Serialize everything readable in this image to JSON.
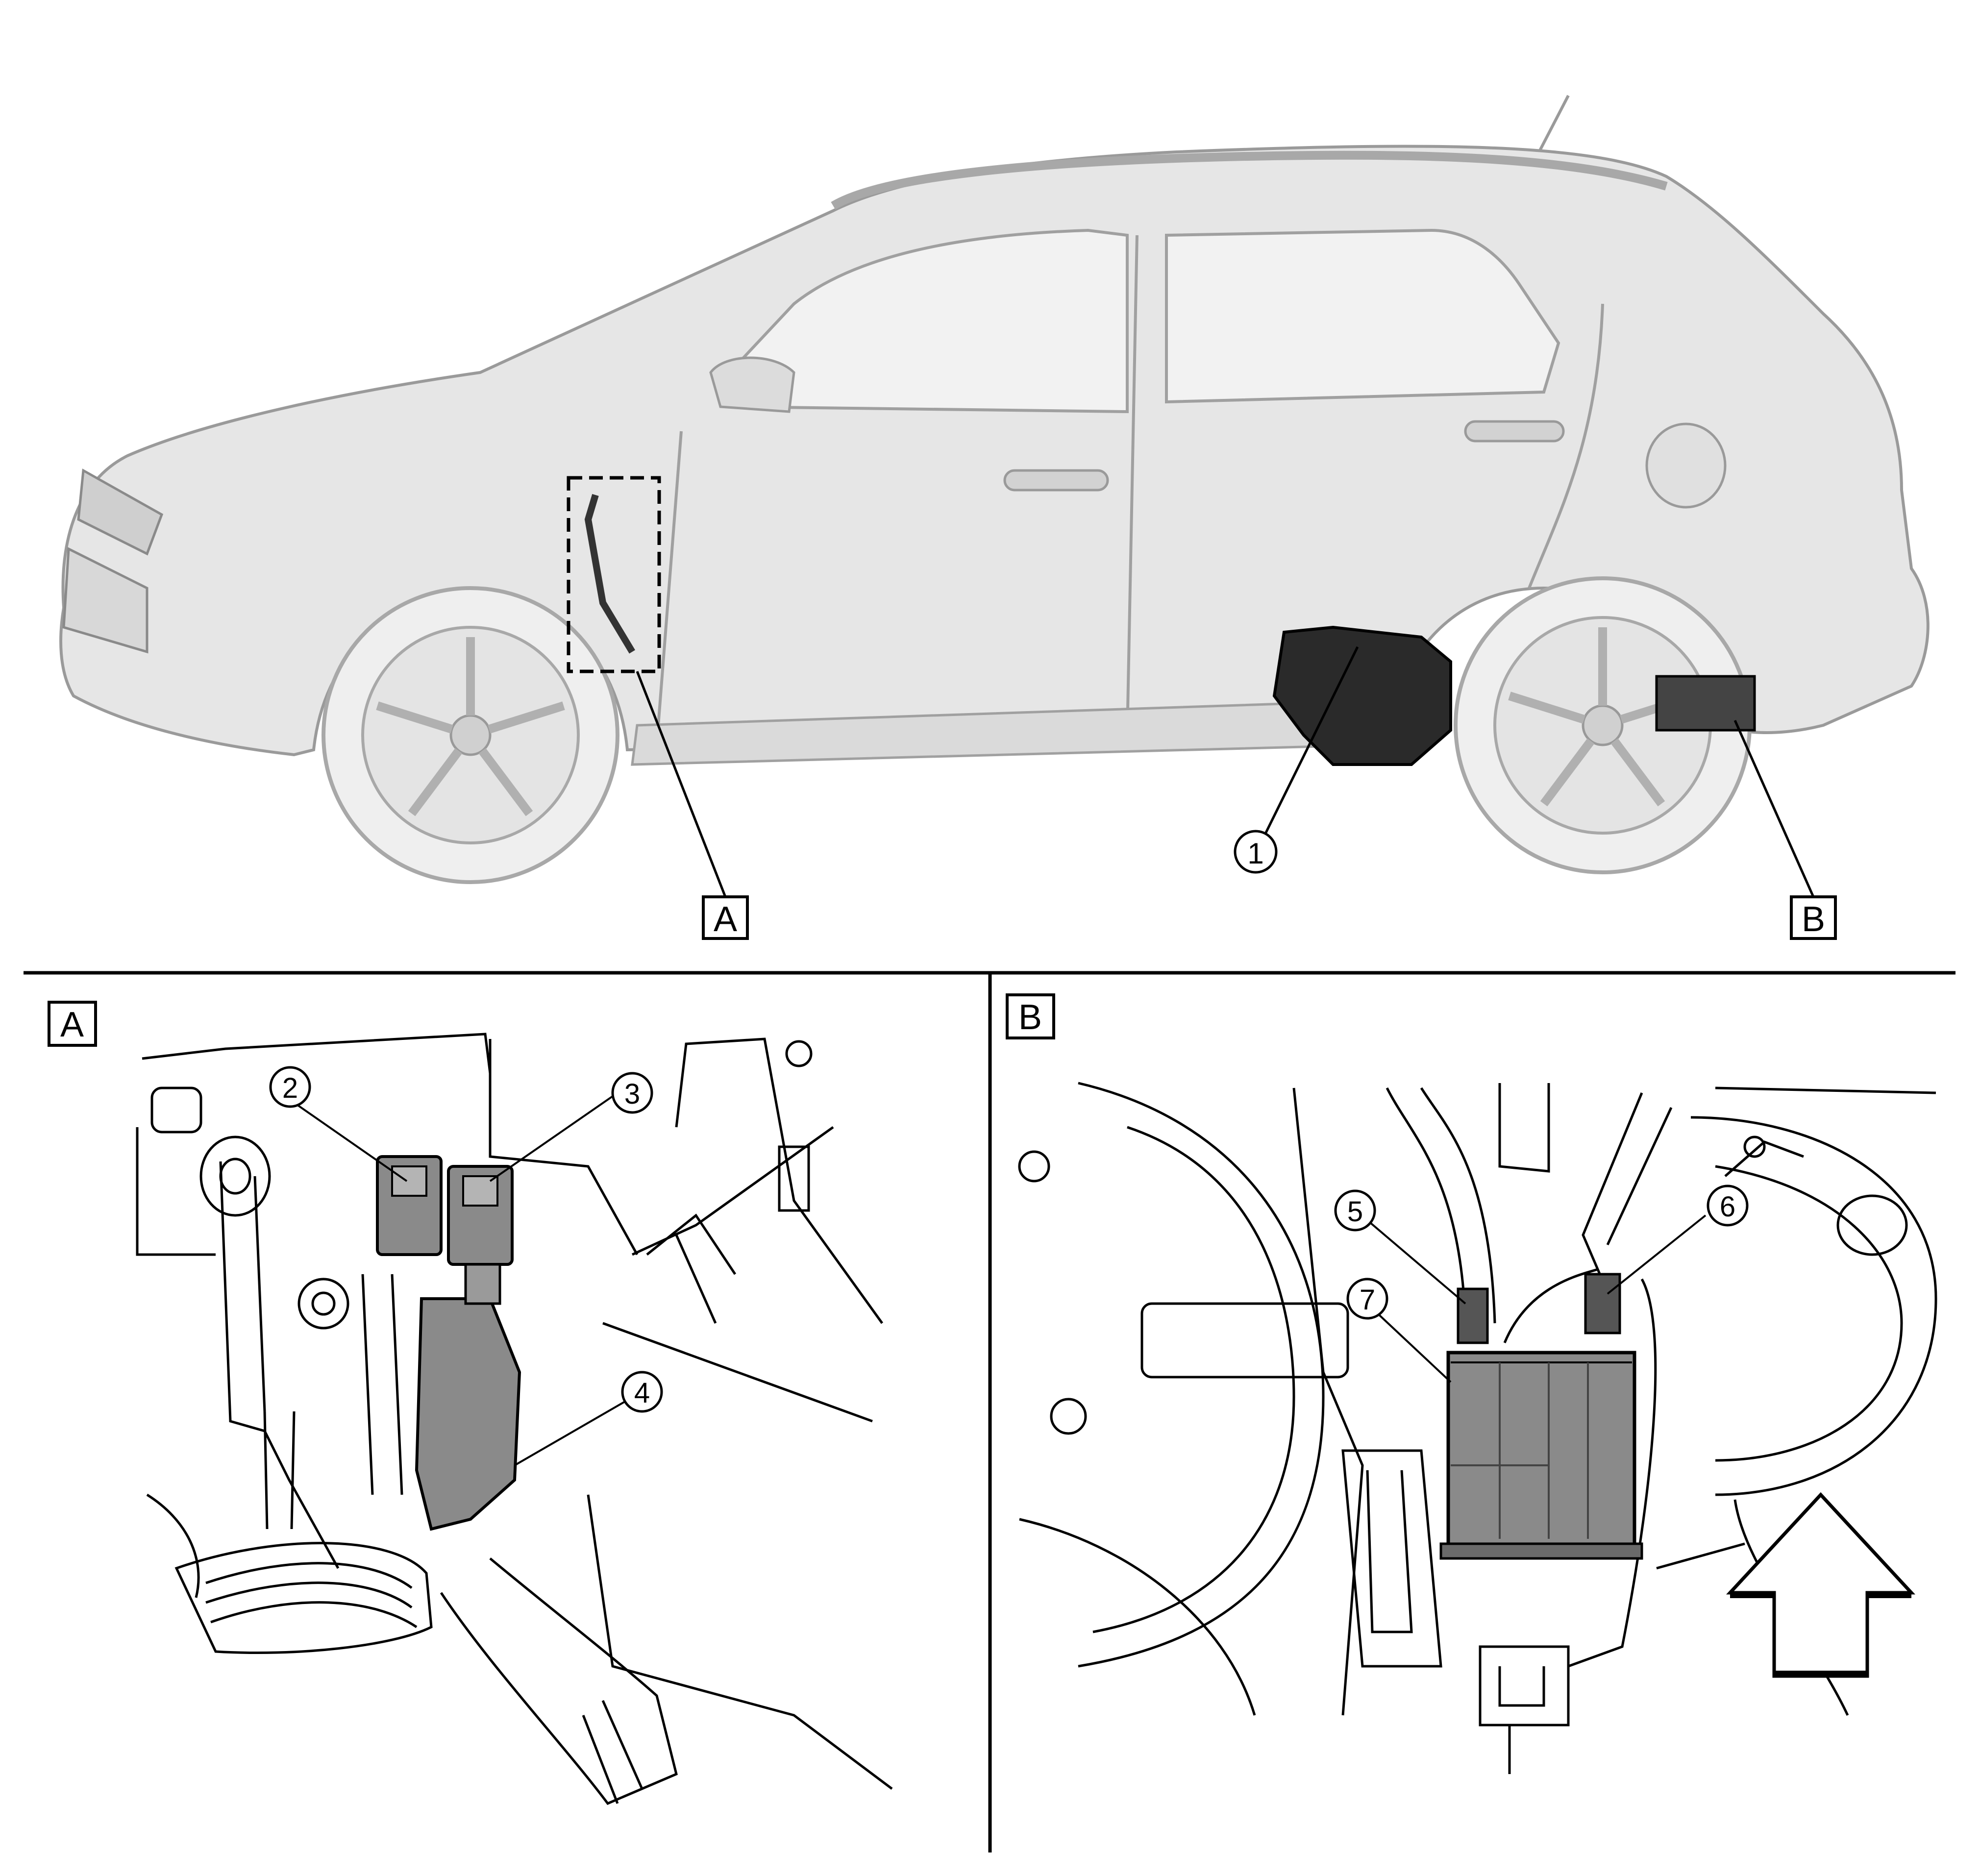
{
  "panels": {
    "main": {
      "box_label": ""
    },
    "detail_a": {
      "box_label": "A"
    },
    "detail_b": {
      "box_label": "B"
    }
  },
  "callouts": {
    "main_a": "A",
    "main_b": "B",
    "c1": "1",
    "c2": "2",
    "c3": "3",
    "c4": "4",
    "c5": "5",
    "c6": "6",
    "c7": "7"
  },
  "colors": {
    "line": "#000000",
    "car_fill": "#e4e4e4",
    "car_stroke": "#9a9a9a",
    "component_fill": "#8a8a8a",
    "tank_fill": "#2a2a2a",
    "background": "#ffffff"
  },
  "icons": {
    "arrow": "front-arrow-icon"
  }
}
